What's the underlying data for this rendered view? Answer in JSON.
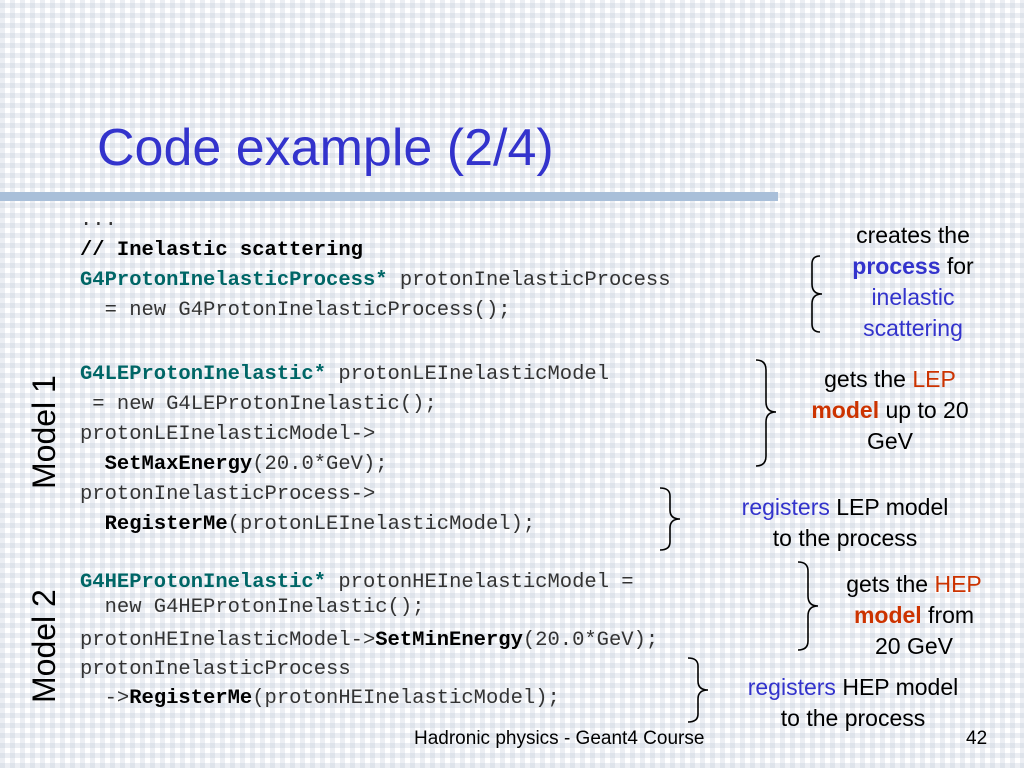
{
  "title": "Code example (2/4)",
  "footer": {
    "course": "Hadronic physics - Geant4 Course",
    "page": "42"
  },
  "side_labels": {
    "model1": "Model 1",
    "model2": "Model 2"
  },
  "code": {
    "l01": "...",
    "l02": "// Inelastic scattering",
    "l03_cls": "G4ProtonInelasticProcess*",
    "l03_rest": " protonInelasticProcess",
    "l04": "  = new G4ProtonInelasticProcess();",
    "l05_cls": "G4LEProtonInelastic*",
    "l05_rest": " protonLEInelasticModel",
    "l06": " = new G4LEProtonInelastic();",
    "l07": "protonLEInelasticModel->",
    "l08_pre": "  ",
    "l08_fn": "SetMaxEnergy",
    "l08_args": "(20.0*GeV);",
    "l09": "protonInelasticProcess->",
    "l10_pre": "  ",
    "l10_fn": "RegisterMe",
    "l10_args": "(protonLEInelasticModel);",
    "l11_cls": "G4HEProtonInelastic*",
    "l11_rest": " protonHEInelasticModel =",
    "l12": "  new G4HEProtonInelastic();",
    "l13_pre": "protonHEInelasticModel->",
    "l13_fn": "SetMinEnergy",
    "l13_args": "(20.0*GeV);",
    "l14": "protonInelasticProcess",
    "l15_pre": "  ->",
    "l15_fn": "RegisterMe",
    "l15_args": "(protonHEInelasticModel);"
  },
  "notes": {
    "creates": {
      "l1": "creates the",
      "l2a": "process",
      "l2b": " for",
      "l3": "inelastic",
      "l4": "scattering"
    },
    "lep": {
      "l1a": "gets the ",
      "l1b": "LEP",
      "l2a": "model",
      "l2b": " up to 20",
      "l3": "GeV"
    },
    "reg_lep": {
      "l1a": "registers",
      "l1b": " LEP model",
      "l2": "to the process"
    },
    "hep": {
      "l1a": "gets the ",
      "l1b": "HEP",
      "l2a": "model",
      "l2b": " from",
      "l3": "20 GeV"
    },
    "reg_hep": {
      "l1a": "registers",
      "l1b": " HEP model",
      "l2": "to the process"
    }
  },
  "colors": {
    "title": "#3333cc",
    "class_names": "#006666",
    "highlight_blue": "#3333cc",
    "highlight_red": "#cc3300",
    "title_rule": "#a9bfd9"
  }
}
